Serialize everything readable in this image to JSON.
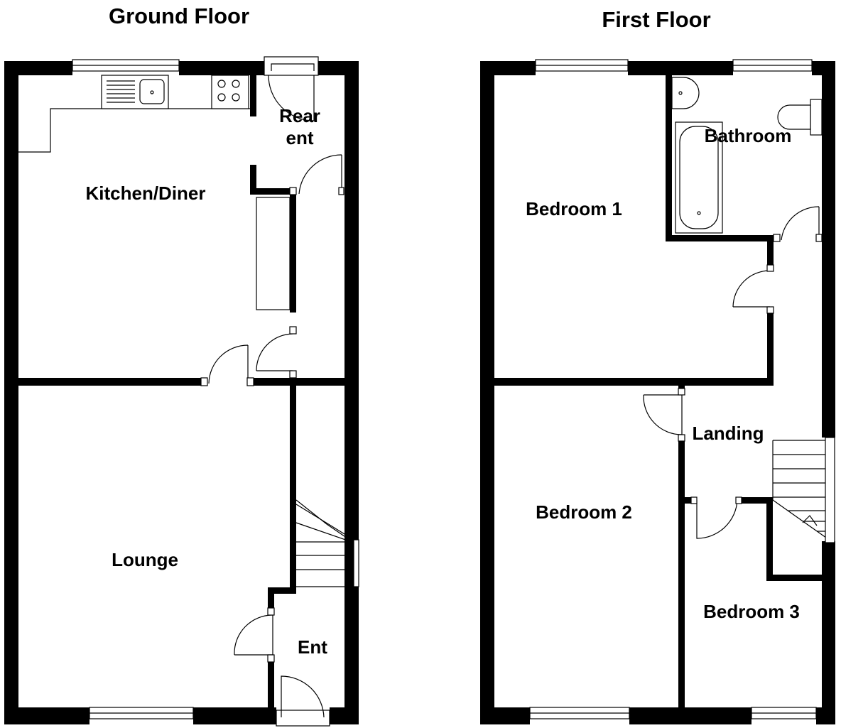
{
  "floors": [
    {
      "title": "Ground Floor",
      "rooms": {
        "kitchen": "Kitchen/Diner",
        "rear_entrance": [
          "Rear",
          "ent"
        ],
        "lounge": "Lounge",
        "entrance": "Ent"
      }
    },
    {
      "title": "First Floor",
      "rooms": {
        "bedroom1": "Bedroom 1",
        "bathroom": "Bathroom",
        "landing": "Landing",
        "bedroom2": "Bedroom 2",
        "bedroom3": "Bedroom 3"
      }
    }
  ]
}
